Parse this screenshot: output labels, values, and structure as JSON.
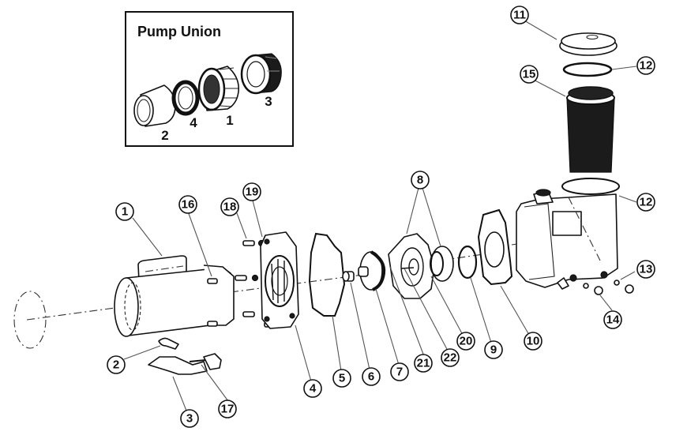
{
  "inset": {
    "title": "Pump Union",
    "labels": [
      "2",
      "4",
      "1",
      "3"
    ]
  },
  "callouts": [
    {
      "id": "c1",
      "label": "1"
    },
    {
      "id": "c2",
      "label": "2"
    },
    {
      "id": "c3",
      "label": "3"
    },
    {
      "id": "c4",
      "label": "4"
    },
    {
      "id": "c5",
      "label": "5"
    },
    {
      "id": "c6",
      "label": "6"
    },
    {
      "id": "c7",
      "label": "7"
    },
    {
      "id": "c8",
      "label": "8"
    },
    {
      "id": "c9",
      "label": "9"
    },
    {
      "id": "c10",
      "label": "10"
    },
    {
      "id": "c11",
      "label": "11"
    },
    {
      "id": "c12a",
      "label": "12"
    },
    {
      "id": "c12b",
      "label": "12"
    },
    {
      "id": "c13",
      "label": "13"
    },
    {
      "id": "c14",
      "label": "14"
    },
    {
      "id": "c15",
      "label": "15"
    },
    {
      "id": "c16",
      "label": "16"
    },
    {
      "id": "c17",
      "label": "17"
    },
    {
      "id": "c18",
      "label": "18"
    },
    {
      "id": "c19",
      "label": "19"
    },
    {
      "id": "c20",
      "label": "20"
    },
    {
      "id": "c21",
      "label": "21"
    },
    {
      "id": "c22",
      "label": "22"
    }
  ]
}
